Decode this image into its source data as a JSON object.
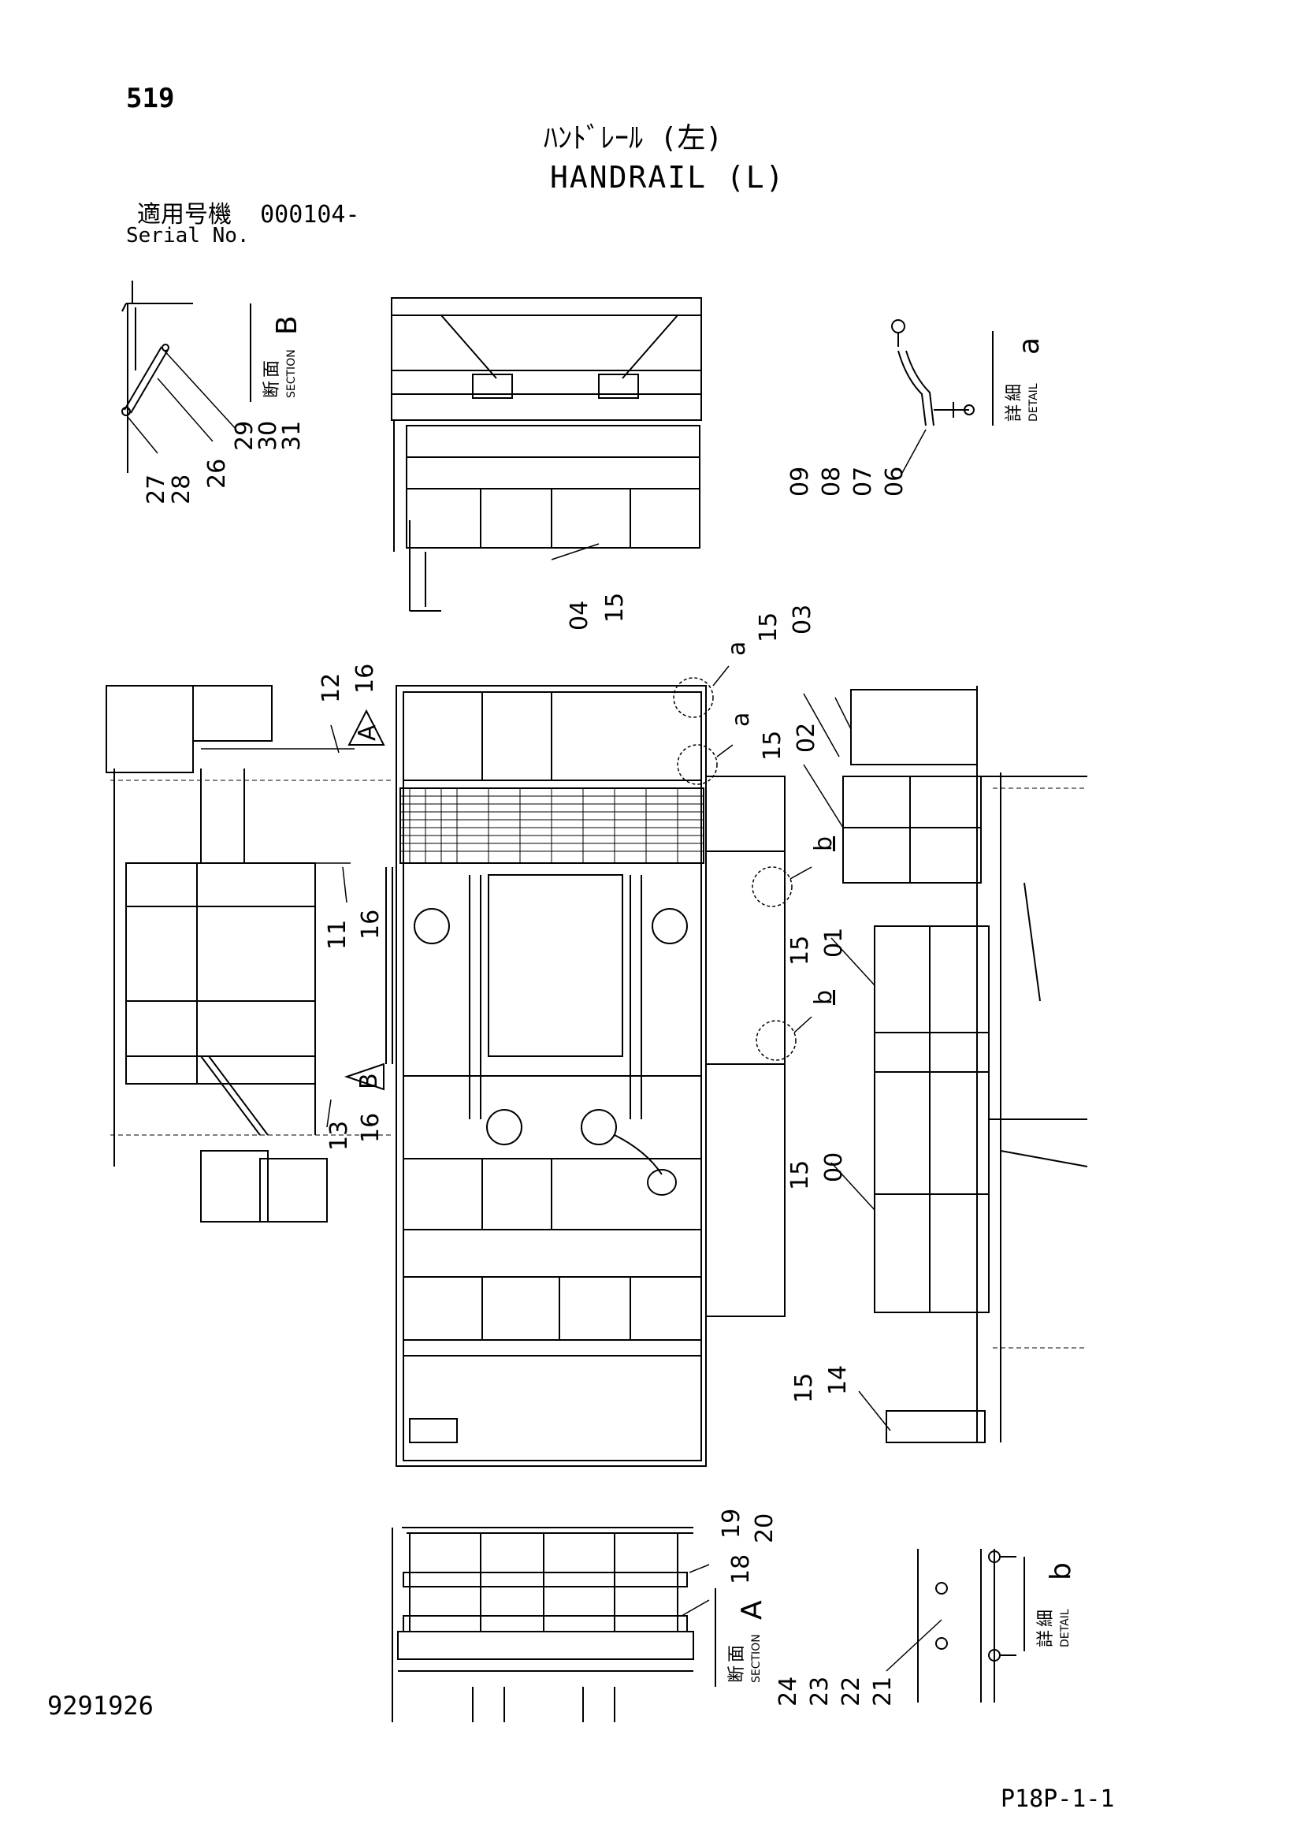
{
  "header": {
    "page_number": "519",
    "title_jp": "ﾊﾝﾄﾞﾚｰﾙ (左)",
    "title_en": "HANDRAIL (L)",
    "serial_label_jp": "適用号機",
    "serial_value": "000104-",
    "serial_label_en": "Serial No."
  },
  "footer": {
    "doc_number": "9291926",
    "page_code": "P18P-1-1"
  },
  "views": {
    "section_b": {
      "jp_top": "断",
      "jp_bottom": "面",
      "en": "SECTION",
      "letter": "B"
    },
    "section_a": {
      "jp_top": "断",
      "jp_bottom": "面",
      "en": "SECTION",
      "letter": "A"
    },
    "detail_a": {
      "jp_top": "詳",
      "jp_bottom": "細",
      "en": "DETAIL",
      "letter": "a"
    },
    "detail_b": {
      "jp_top": "詳",
      "jp_bottom": "細",
      "en": "DETAIL",
      "letter": "b"
    }
  },
  "callouts": {
    "c1": [
      "29",
      "30",
      "31"
    ],
    "c2": [
      "27",
      "28",
      "26"
    ],
    "c3": [
      "09",
      "08",
      "07",
      "06"
    ],
    "c4": [
      "04",
      "15"
    ],
    "c5": [
      "12",
      "16"
    ],
    "c6": [
      "11",
      "16"
    ],
    "c7": [
      "13",
      "16"
    ],
    "c8": [
      "15",
      "03"
    ],
    "c9": [
      "15",
      "02"
    ],
    "c10": [
      "15",
      "01"
    ],
    "c11": [
      "15",
      "00"
    ],
    "c12": [
      "15",
      "14"
    ],
    "c13": [
      "19",
      "20"
    ],
    "c14": [
      "18"
    ],
    "c15": [
      "24",
      "23",
      "22",
      "21"
    ]
  },
  "markers": {
    "view_a": "A",
    "view_b": "B",
    "det_a1": "a",
    "det_a2": "a",
    "det_b1": "b",
    "det_b2": "b"
  }
}
